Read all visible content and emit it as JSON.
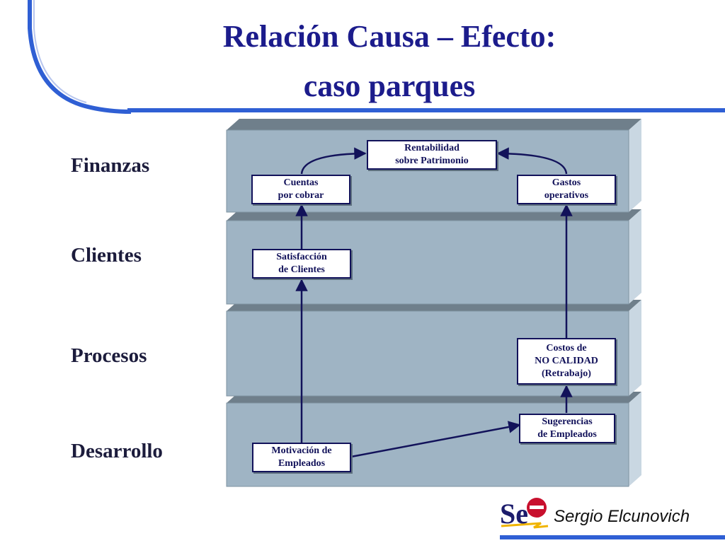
{
  "title": {
    "line1": "Relación Causa – Efecto:",
    "line2": "caso parques"
  },
  "layers": [
    {
      "label": "Finanzas"
    },
    {
      "label": "Clientes"
    },
    {
      "label": "Procesos"
    },
    {
      "label": "Desarrollo"
    }
  ],
  "boxes": {
    "rentabilidad": "Rentabilidad\nsobre Patrimonio",
    "cuentas": "Cuentas\npor cobrar",
    "gastos": "Gastos\noperativos",
    "satisfaccion": "Satisfacción\nde Clientes",
    "costos": "Costos de\nNO CALIDAD\n(Retrabajo)",
    "sugerencias": "Sugerencias\nde Empleados",
    "motivacion": "Motivación de\nEmpleados"
  },
  "logo": {
    "letters": "Se"
  },
  "author": "Sergio Elcunovich",
  "colors": {
    "title": "#1c1c8c",
    "layer_fill": "#9fb4c4",
    "layer_top": "#6f7f8b",
    "layer_side": "#c9d7e2",
    "box_border": "#12125a",
    "accent_line": "#2f5fd4",
    "logo_red": "#c8102e",
    "logo_navy": "#1c1c6c",
    "logo_yellow": "#f0b400"
  }
}
